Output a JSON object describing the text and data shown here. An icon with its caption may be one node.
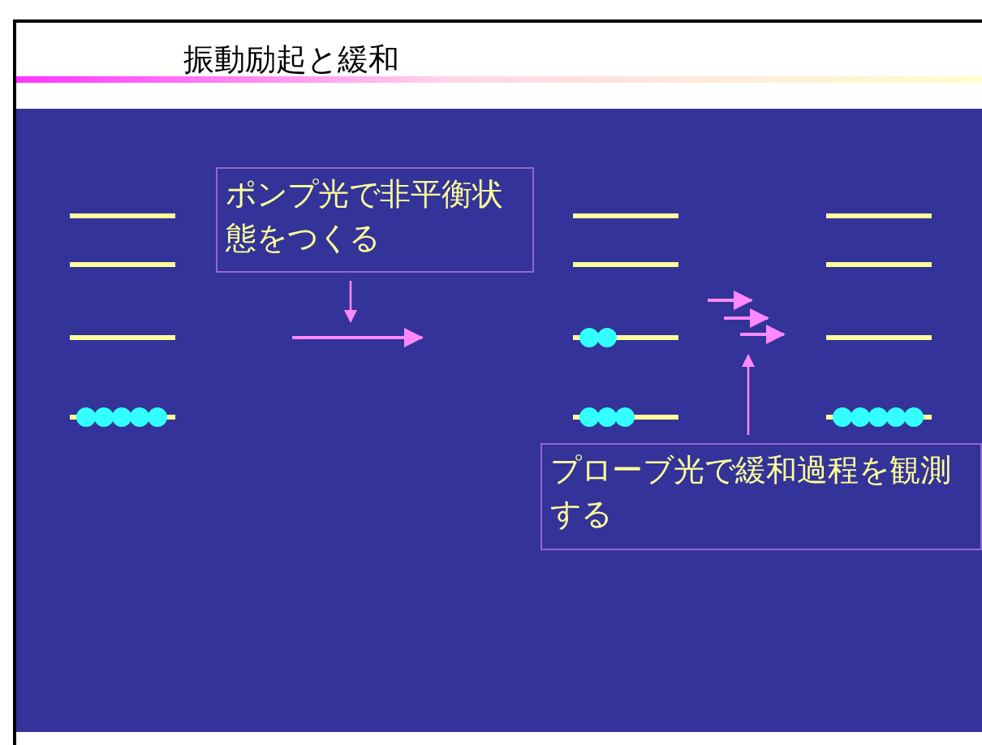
{
  "diagram": {
    "title": "振動励起と緩和",
    "nodes": [
      {
        "text": [
          "ポンプ光で非平衡状態をつくる"
        ]
      },
      {
        "text": [
          "プローブ光で緩和過程を観測する"
        ]
      }
    ],
    "edges": [
      {
        "from": 0,
        "to": null,
        "arrow": "to"
      },
      {
        "from": 1,
        "to": null,
        "arrow": "to"
      }
    ]
  }
}
